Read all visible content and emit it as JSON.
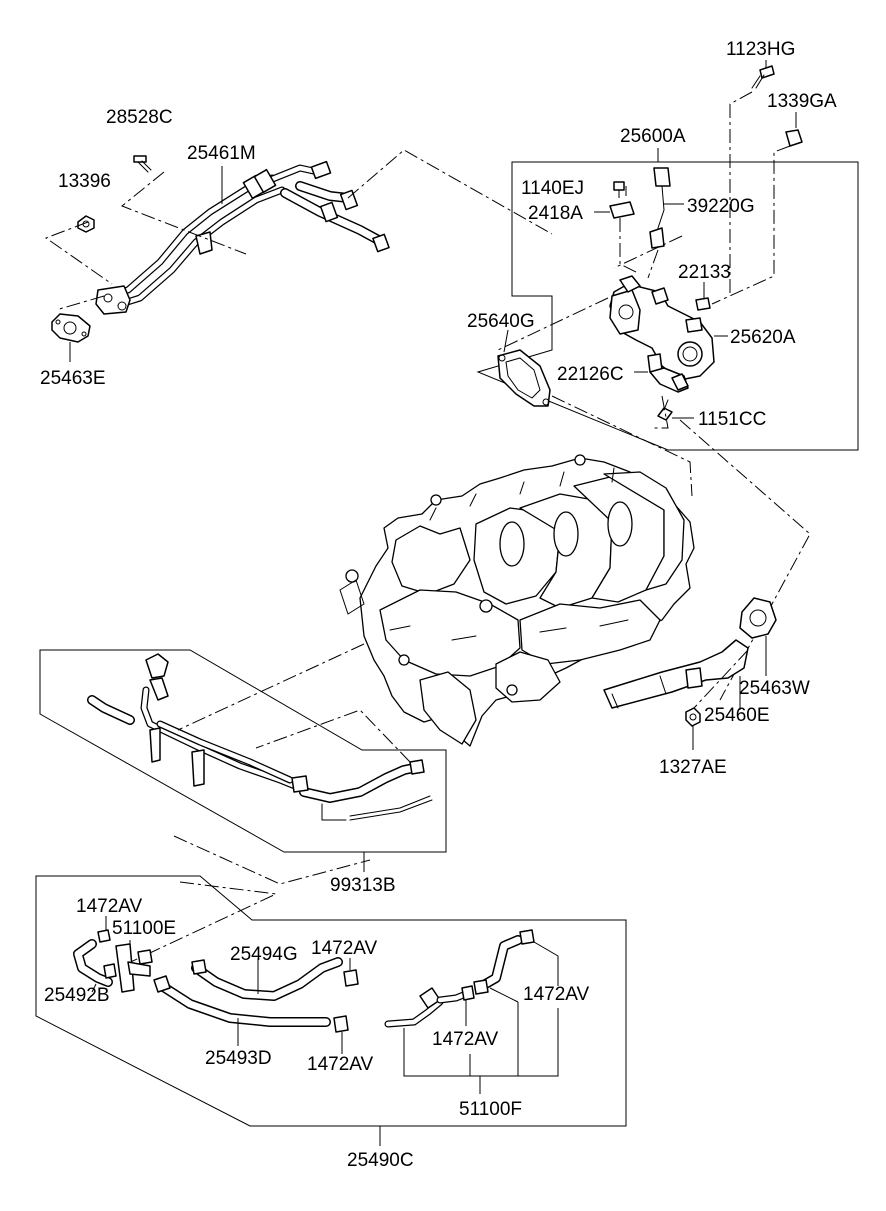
{
  "parts": {
    "p1123HG": "1123HG",
    "p1339GA": "1339GA",
    "p28528C": "28528C",
    "p25461M": "25461M",
    "p25600A": "25600A",
    "p13396": "13396",
    "p1140EJ": "1140EJ",
    "p39220G": "39220G",
    "p2418A": "2418A",
    "p22133": "22133",
    "p25640G": "25640G",
    "p25620A": "25620A",
    "p25463E": "25463E",
    "p22126C": "22126C",
    "p1151CC": "1151CC",
    "p25463W": "25463W",
    "p25460E": "25460E",
    "p1327AE": "1327AE",
    "p99313B": "99313B",
    "p1472AV_a": "1472AV",
    "p51100E": "51100E",
    "p25494G": "25494G",
    "p1472AV_b": "1472AV",
    "p25492B": "25492B",
    "p1472AV_c": "1472AV",
    "p25493D": "25493D",
    "p1472AV_d": "1472AV",
    "p1472AV_e": "1472AV",
    "p51100F": "51100F",
    "p25490C": "25490C"
  }
}
